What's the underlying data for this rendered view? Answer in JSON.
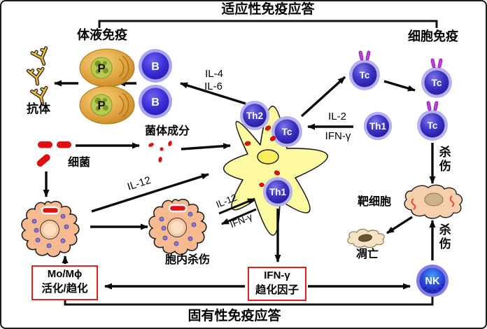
{
  "figure": {
    "title_top": "适应性免疫应答",
    "title_bottom": "固有性免疫应答",
    "section_left": "体液免疫",
    "section_right": "细胞免疫"
  },
  "labels": {
    "antibody": "抗体",
    "bacteria": "细菌",
    "bacterial_components": "菌体成分",
    "intracellular_killing": "胞内杀伤",
    "target_cell": "靶细胞",
    "apoptosis": "凋亡",
    "killing_tc": "杀伤",
    "killing_nk": "杀伤"
  },
  "cytokines": {
    "il4": "IL-4",
    "il6": "IL-6",
    "il2": "IL-2",
    "ifng_tc": "IFN-γ",
    "il12_mac_dc": "IL-12",
    "il12_dc_mac": "IL-12",
    "ifng_dc_mac": "IFN-γ"
  },
  "boxes": {
    "mo_activation": {
      "line1": "Mo/Mϕ",
      "line2": "活化/趋化"
    },
    "ifng_chemokine": {
      "line1": "IFN-γ",
      "line2": "趋化因子"
    }
  },
  "cells": {
    "p": "P",
    "b": "B",
    "th2": "Th2",
    "tc": "Tc",
    "th1": "Th1",
    "nk": "NK"
  },
  "colors": {
    "box_border": "#e02020",
    "bacteria_red": "#dd1111",
    "antibody_gold": "#e8bc3f",
    "t_cell_blue": "#3d34c4",
    "b_cell_blue": "#3c2fd6",
    "nk_blue": "#2c46dc",
    "plasma_gold": "#e2a440",
    "dendritic_yellow": "#fcf9a0",
    "macrophage_salmon": "#f6ba90",
    "arrow_black": "#0a0a0a"
  }
}
